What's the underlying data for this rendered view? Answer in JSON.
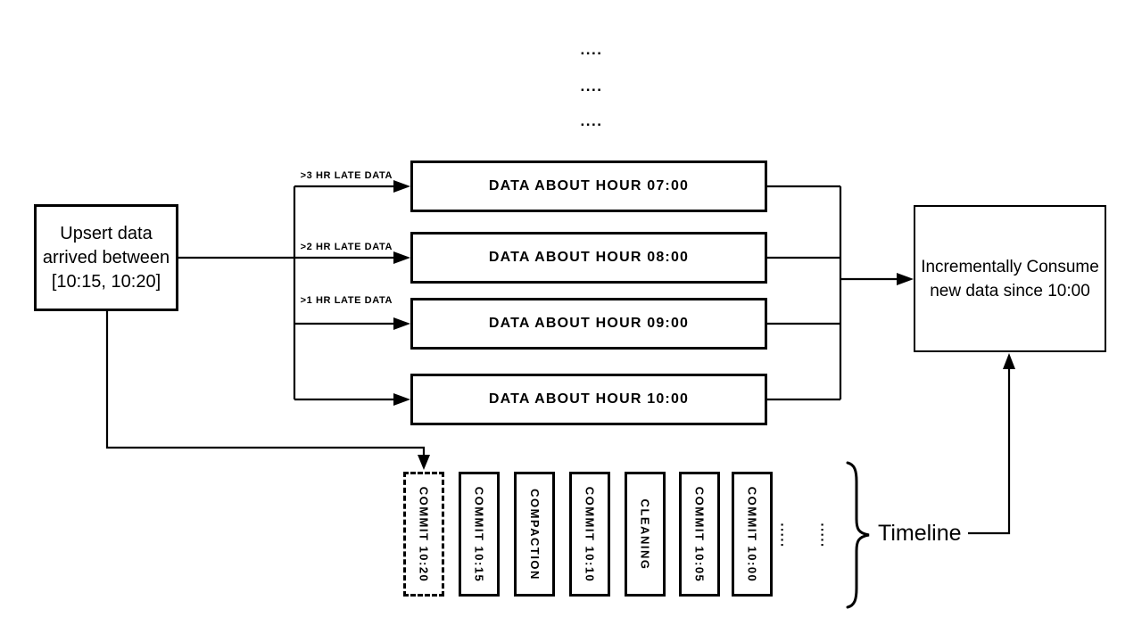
{
  "diagram": {
    "continuation_dots": [
      "....",
      "....",
      "...."
    ],
    "upsert_box": {
      "lines": [
        "Upsert data",
        "arrived between",
        "[10:15, 10:20]"
      ]
    },
    "late_data_labels": [
      ">3 HR LATE DATA",
      ">2 HR LATE DATA",
      ">1 HR LATE DATA"
    ],
    "hour_boxes": [
      "DATA ABOUT HOUR 07:00",
      "DATA ABOUT HOUR 08:00",
      "DATA ABOUT HOUR 09:00",
      "DATA ABOUT HOUR 10:00"
    ],
    "consume_box": {
      "lines": [
        "Incrementally Consume",
        "new data since 10:00"
      ]
    },
    "timeline": {
      "label": "Timeline",
      "commits": [
        {
          "label": "COMMIT 10:20",
          "style": "dashed"
        },
        {
          "label": "COMMIT 10:15",
          "style": "solid"
        },
        {
          "label": "COMPACTION",
          "style": "solid"
        },
        {
          "label": "COMMIT 10:10",
          "style": "solid"
        },
        {
          "label": "CLEANING",
          "style": "solid"
        },
        {
          "label": "COMMIT 10:05",
          "style": "solid"
        },
        {
          "label": "COMMIT 10:00",
          "style": "solid"
        }
      ],
      "trailing_dots": [
        ".....",
        "....."
      ]
    },
    "colors": {
      "stroke": "#000000",
      "background": "#ffffff"
    }
  }
}
